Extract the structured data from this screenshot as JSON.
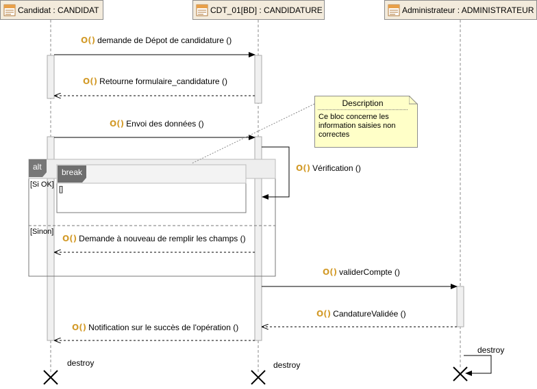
{
  "lifelines": [
    {
      "id": "candidat",
      "label": "Candidat : CANDIDAT"
    },
    {
      "id": "cdt",
      "label": "CDT_01[BD] : CANDIDATURE"
    },
    {
      "id": "admin",
      "label": "Administrateur : ADMINISTRATEUR"
    }
  ],
  "messages": [
    {
      "label": "demande de Dépot de candidature ()",
      "icon": "O()"
    },
    {
      "label": "Retourne formulaire_candidature ()",
      "icon": "O()"
    },
    {
      "label": "Envoi des données ()",
      "icon": "O()"
    },
    {
      "label": "Vérification ()",
      "icon": "O()"
    },
    {
      "label": "Demande à nouveau de remplir les champs ()",
      "icon": "O()"
    },
    {
      "label": "validerCompte ()",
      "icon": "O()"
    },
    {
      "label": "CandatureValidée ()",
      "icon": "O()"
    },
    {
      "label": "Notification sur le succès de l'opération ()",
      "icon": "O()"
    }
  ],
  "fragments": {
    "alt": {
      "label": "alt",
      "guard1": "[Si OK]",
      "guard2": "[Sinon]"
    },
    "break": {
      "label": "break",
      "guard": "[]"
    }
  },
  "note": {
    "title": "Description",
    "body": "Ce bloc concerne les information saisies non correctes"
  },
  "destroy_label": "destroy",
  "colors": {
    "header_bg": "#f3ebdc",
    "note_bg": "#ffffc8",
    "frame_tab": "#777777",
    "activation": "#f0f0f0",
    "icon": "#d39b2a"
  }
}
